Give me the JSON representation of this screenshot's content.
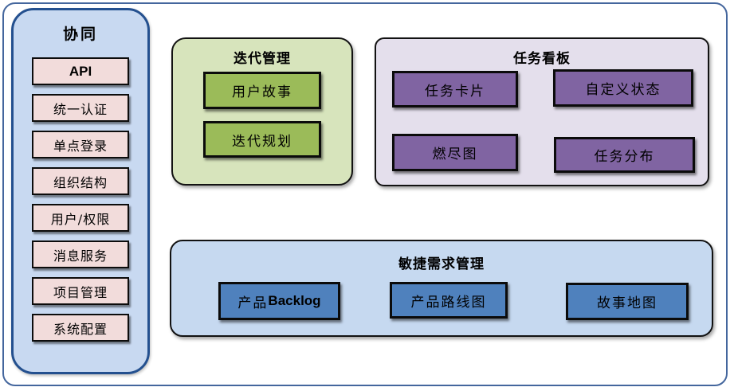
{
  "sidebar": {
    "title": "协同",
    "items": [
      "API",
      "统一认证",
      "单点登录",
      "组织结构",
      "用户/权限",
      "消息服务",
      "项目管理",
      "系统配置"
    ]
  },
  "sections": {
    "iteration": {
      "title": "迭代管理",
      "items": [
        "用户故事",
        "迭代规划"
      ]
    },
    "kanban": {
      "title": "任务看板",
      "items": [
        "任务卡片",
        "自定义状态",
        "燃尽图",
        "任务分布"
      ]
    },
    "agile": {
      "title": "敏捷需求管理",
      "items": [
        "产品Backlog",
        "产品路线图",
        "故事地图"
      ],
      "backlog_prefix": "产品",
      "backlog_suffix": "Backlog"
    }
  },
  "colors": {
    "outer_border": "#44669d",
    "sidebar_bg": "#c8d9f1",
    "sidebar_border": "#24508f",
    "sidebar_item_bg": "#f2dcdb",
    "iteration_panel_bg": "#d7e4bc",
    "iteration_item_bg": "#9bbb59",
    "kanban_panel_bg": "#e4dfec",
    "kanban_item_bg": "#8064a2",
    "agile_panel_bg": "#c6d9f0",
    "agile_item_bg": "#4f81bd",
    "box_border": "#0b0b0b",
    "text": "#000000"
  }
}
